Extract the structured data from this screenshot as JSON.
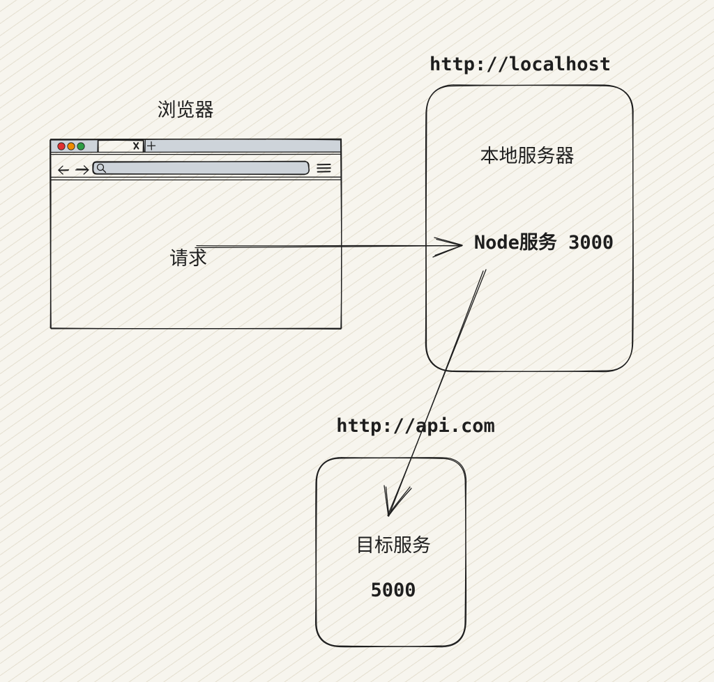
{
  "diagram": {
    "browser": {
      "label": "浏览器",
      "request": "请求"
    },
    "local_server": {
      "url": "http://localhost",
      "title": "本地服务器",
      "service": "Node服务 3000"
    },
    "target_server": {
      "url": "http://api.com",
      "title": "目标服务",
      "port": "5000"
    }
  },
  "icons": {
    "traffic_lights": [
      "red-dot-icon",
      "orange-dot-icon",
      "green-dot-icon"
    ],
    "tab_close": "close-icon",
    "tab_new": "plus-icon",
    "navigation": [
      "back-arrow-icon",
      "forward-arrow-icon"
    ],
    "address_bar": "search-icon",
    "menu": "hamburger-menu-icon"
  },
  "colors": {
    "background": "#f7f5ee",
    "hatch": "#e7e2d4",
    "stroke": "#1e1e1e",
    "tab_grey": "#ced4da",
    "address_grey": "#ced4da",
    "traffic_red": "#e03131",
    "traffic_orange": "#f08c00",
    "traffic_green": "#2f9e44"
  }
}
